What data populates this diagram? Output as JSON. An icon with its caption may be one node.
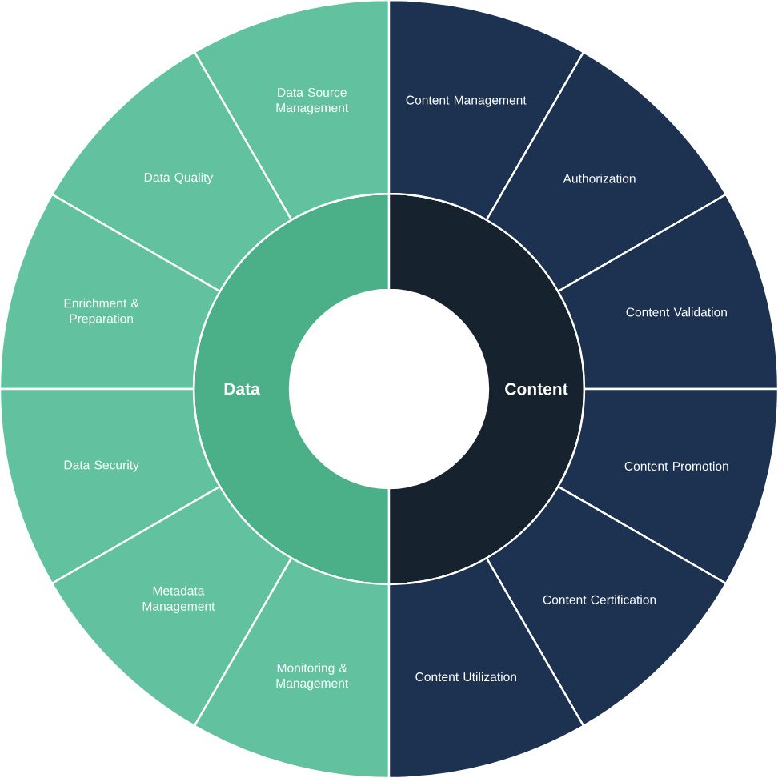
{
  "diagram": {
    "nodes": [
      {
        "text": [
          "Data"
        ]
      },
      {
        "text": [
          "Content"
        ]
      },
      {
        "text": [
          "Data Source Management"
        ]
      },
      {
        "text": [
          "Data Quality"
        ]
      },
      {
        "text": [
          "Enrichment & Preparation"
        ]
      },
      {
        "text": [
          "Data Security"
        ]
      },
      {
        "text": [
          "Metadata Management"
        ]
      },
      {
        "text": [
          "Monitoring & Management"
        ]
      },
      {
        "text": [
          "Content Management"
        ]
      },
      {
        "text": [
          "Authorization"
        ]
      },
      {
        "text": [
          "Content Validation"
        ]
      },
      {
        "text": [
          "Content Promotion"
        ]
      },
      {
        "text": [
          "Content Certification"
        ]
      },
      {
        "text": [
          "Content Utilization"
        ]
      }
    ]
  }
}
